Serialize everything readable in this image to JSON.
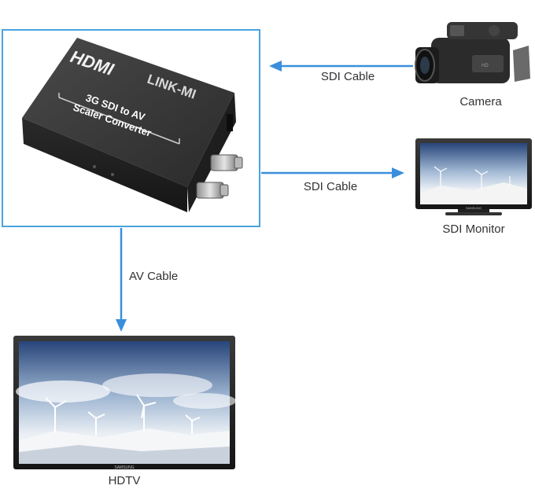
{
  "converter": {
    "brand_hdmi": "HDMI",
    "brand_linkmi": "LINK-MI",
    "line1": "3G SDI to AV",
    "line2": "Scaler Converter"
  },
  "connections": {
    "camera_cable": "SDI Cable",
    "monitor_cable": "SDI Cable",
    "hdtv_cable": "AV Cable"
  },
  "devices": {
    "camera": "Camera",
    "monitor": "SDI Monitor",
    "hdtv": "HDTV",
    "monitor_brand": "SAMSUNG",
    "hdtv_brand": "SAMSUNG"
  },
  "colors": {
    "frame": "#4aa3e0",
    "arrow": "#3a8fdc",
    "device_body": "#2d2d2d"
  }
}
